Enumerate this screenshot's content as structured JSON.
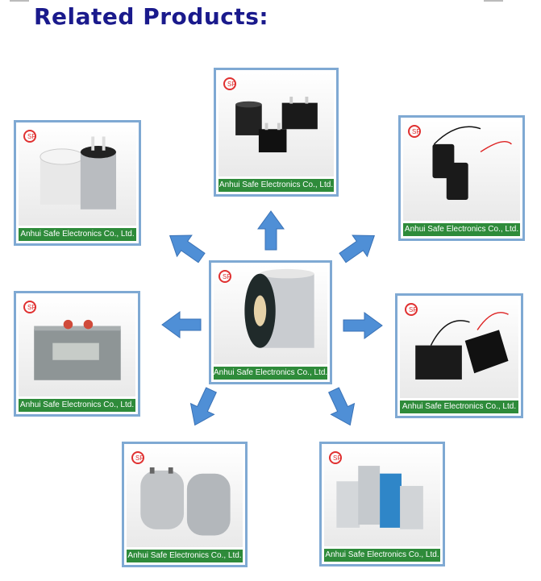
{
  "page": {
    "title": "Related Products:"
  },
  "colors": {
    "title": "#1a1a8c",
    "caption_bg": "#2e8b3a",
    "border": "#7fa9d3",
    "arrow": "#4f8fd6",
    "logo": "#e03030"
  },
  "products": [
    {
      "caption": "Anhui Safe Electronics Co., Ltd."
    },
    {
      "caption": "Anhui Safe Electronics Co., Ltd."
    },
    {
      "caption": "Anhui Safe Electronics Co., Ltd."
    },
    {
      "caption": "Anhui Safe Electronics Co., Ltd."
    },
    {
      "caption": "Anhui Safe Electronics Co., Ltd."
    },
    {
      "caption": "Anhui Safe Electronics Co., Ltd."
    },
    {
      "caption": "Anhui Safe Electronics Co., Ltd."
    },
    {
      "caption": "Anhui Safe Electronics Co., Ltd."
    }
  ],
  "icons": {
    "logo": "sf-logo-icon",
    "arrow": "arrow-icon"
  }
}
